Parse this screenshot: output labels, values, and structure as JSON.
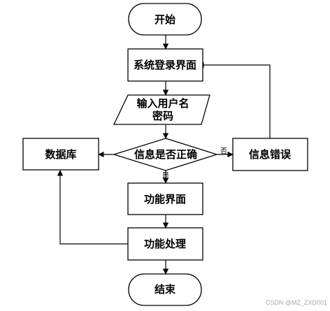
{
  "nodes": {
    "start": "开始",
    "login": "系统登录界面",
    "input_line1": "输入用户名",
    "input_line2": "密码",
    "check": "信息是否正确",
    "database": "数据库",
    "error": "信息错误",
    "function_ui": "功能界面",
    "processing": "功能处理",
    "end": "结束"
  },
  "edges": {
    "no_label": "否",
    "yes_label": "是"
  },
  "watermark": "CSDN @MZ_ZXD001"
}
